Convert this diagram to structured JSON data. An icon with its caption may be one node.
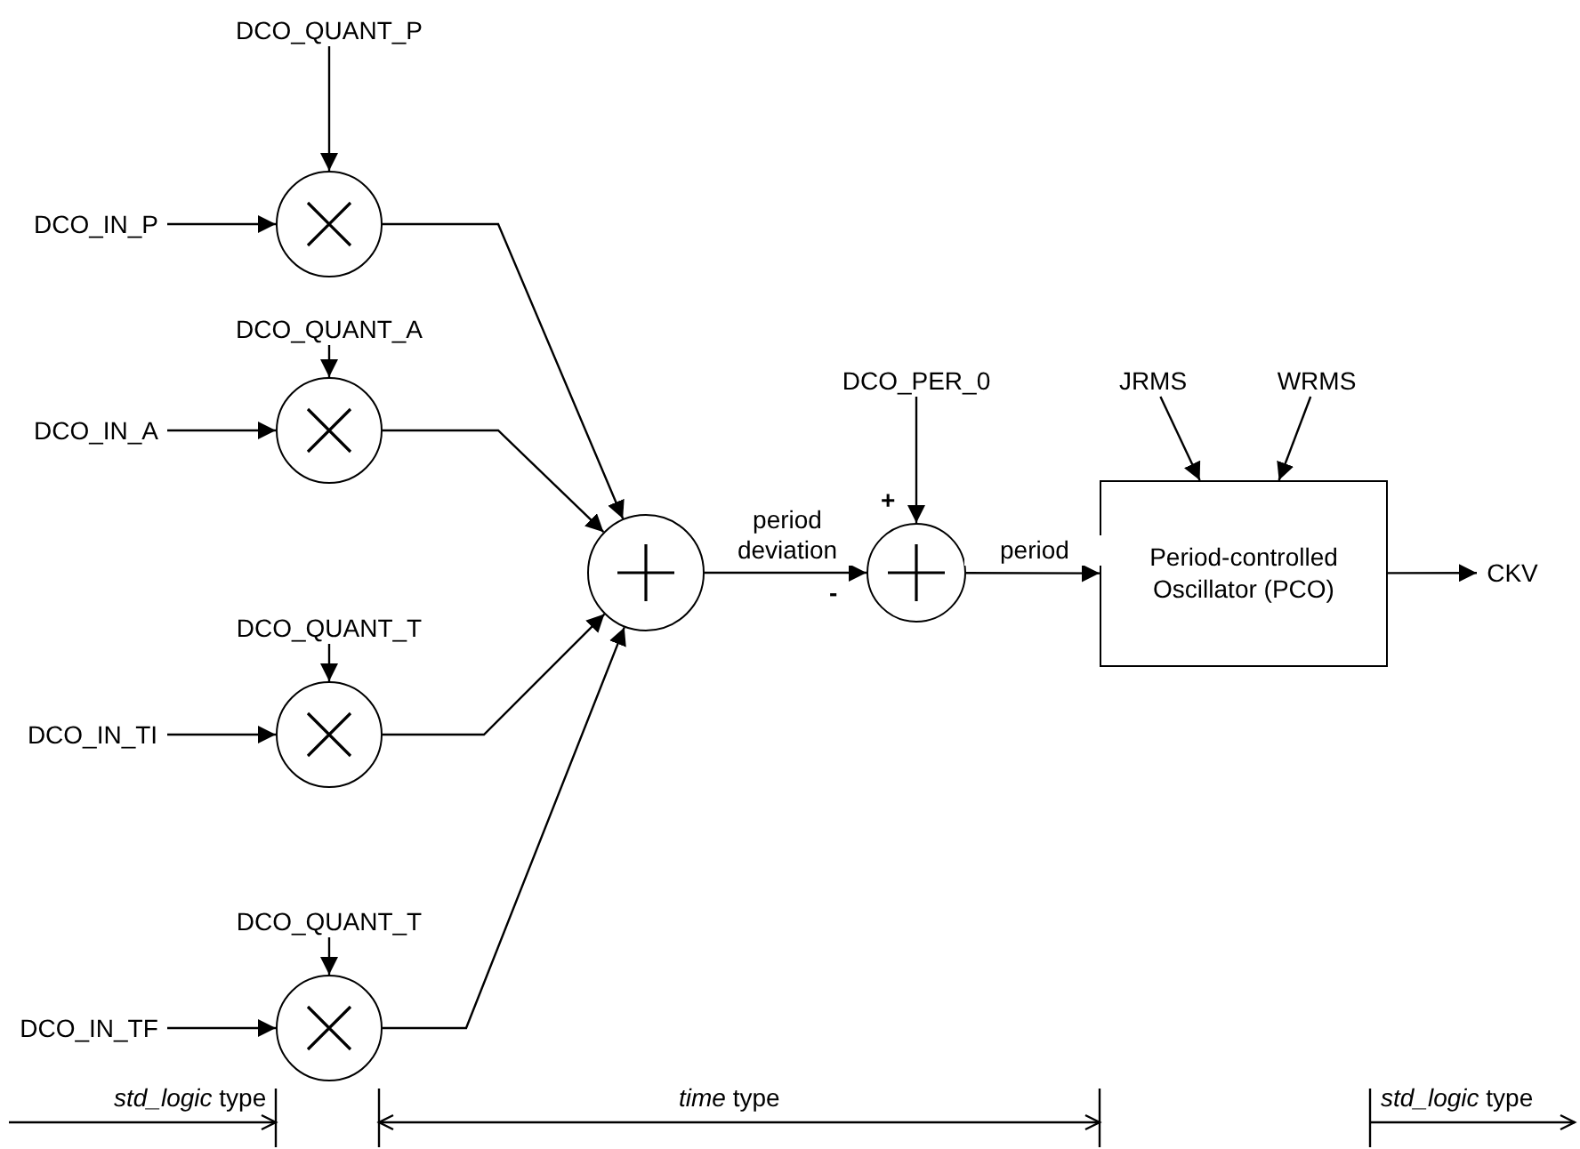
{
  "diagram": {
    "nodes": [
      {
        "text": [
          "DCO_QUANT_P"
        ]
      },
      {
        "text": [
          "DCO_IN_P"
        ]
      },
      {
        "text": [],
        "shape": "circle"
      },
      {
        "text": [
          "DCO_QUANT_A"
        ]
      },
      {
        "text": [
          "DCO_IN_A"
        ]
      },
      {
        "text": [],
        "shape": "circle"
      },
      {
        "text": [
          "DCO_QUANT_T"
        ]
      },
      {
        "text": [
          "DCO_IN_TI"
        ]
      },
      {
        "text": [],
        "shape": "circle"
      },
      {
        "text": [
          "DCO_QUANT_T"
        ]
      },
      {
        "text": [
          "DCO_IN_TF"
        ]
      },
      {
        "text": [],
        "shape": "circle"
      },
      {
        "text": [],
        "shape": "circle"
      },
      {
        "text": [],
        "shape": "circle"
      },
      {
        "text": [
          "DCO_PER_0"
        ]
      },
      {
        "text": [
          "Period-controlled Oscillator (PCO)"
        ]
      },
      {
        "text": [
          "JRMS"
        ]
      },
      {
        "text": [
          "WRMS"
        ]
      },
      {
        "text": [
          "CKV"
        ]
      }
    ],
    "edges": [
      {
        "from": 0,
        "to": 2,
        "arrow": "to"
      },
      {
        "from": 1,
        "to": 2,
        "arrow": "to"
      },
      {
        "from": 3,
        "to": 5,
        "arrow": "to"
      },
      {
        "from": 4,
        "to": 5,
        "arrow": "to"
      },
      {
        "from": 6,
        "to": 8,
        "arrow": "to"
      },
      {
        "from": 7,
        "to": 8,
        "arrow": "to"
      },
      {
        "from": 9,
        "to": 11,
        "arrow": "to"
      },
      {
        "from": 10,
        "to": 11,
        "arrow": "to"
      },
      {
        "from": 2,
        "to": 12,
        "arrow": "to"
      },
      {
        "from": 5,
        "to": 12,
        "arrow": "to"
      },
      {
        "from": 8,
        "to": 12,
        "arrow": "to"
      },
      {
        "from": 11,
        "to": 12,
        "arrow": "to"
      },
      {
        "from": 12,
        "to": 13,
        "arrow": "to",
        "label": "period deviation"
      },
      {
        "from": 14,
        "to": 13,
        "arrow": "to"
      },
      {
        "from": 13,
        "to": 15,
        "arrow": "to",
        "label": "period"
      },
      {
        "from": 16,
        "to": 15,
        "arrow": "to"
      },
      {
        "from": 17,
        "to": 15,
        "arrow": "to"
      },
      {
        "from": 15,
        "to": 18,
        "arrow": "to"
      }
    ],
    "labels": [
      "+",
      "-",
      "*std_logic* type",
      "*time* type",
      "*std_logic* type"
    ]
  }
}
